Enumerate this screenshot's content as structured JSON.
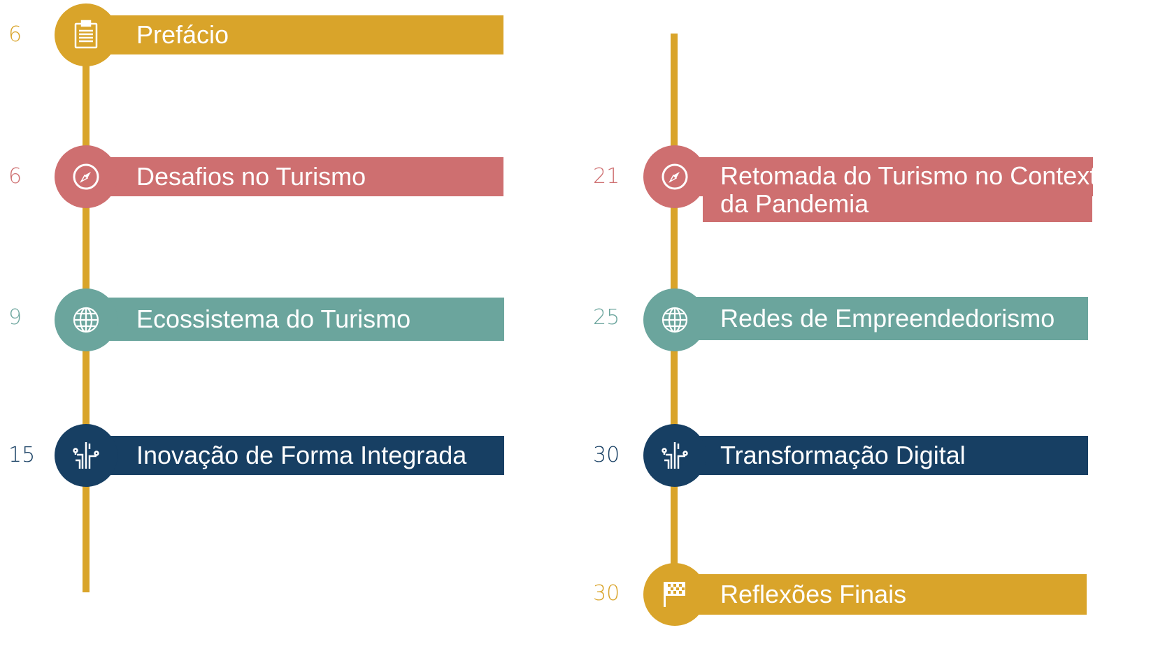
{
  "colors": {
    "gold": "#D9A42A",
    "rose": "#CE6F70",
    "teal": "#6BA59D",
    "navy": "#173F63"
  },
  "left": [
    {
      "page": "6",
      "title": "Prefácio",
      "icon": "clipboard-icon",
      "color": "#D9A42A"
    },
    {
      "page": "6",
      "title": "Desafios no Turismo",
      "icon": "compass-icon",
      "color": "#CE6F70"
    },
    {
      "page": "9",
      "title": "Ecossistema do Turismo",
      "icon": "globe-icon",
      "color": "#6BA59D"
    },
    {
      "page": "15",
      "title": "Inovação de Forma Integrada",
      "icon": "circuit-icon",
      "color": "#173F63"
    }
  ],
  "right": [
    {
      "page": "21",
      "title": "Retomada do Turismo no Contexto da Pandemia",
      "icon": "compass-icon",
      "color": "#CE6F70"
    },
    {
      "page": "25",
      "title": "Redes de Empreendedorismo",
      "icon": "globe-icon",
      "color": "#6BA59D"
    },
    {
      "page": "30",
      "title": "Transformação Digital",
      "icon": "circuit-icon",
      "color": "#173F63"
    },
    {
      "page": "30",
      "title": "Reflexões Finais",
      "icon": "flag-icon",
      "color": "#D9A42A"
    }
  ]
}
